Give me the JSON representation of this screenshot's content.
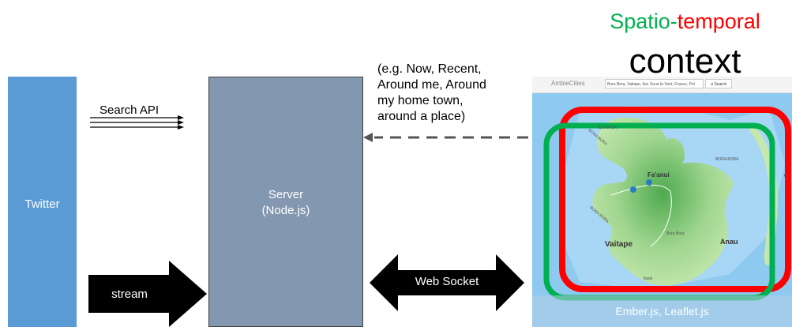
{
  "title": {
    "part1": "Spatio-",
    "part2": "temporal",
    "line2": "context",
    "color1": "#00b050",
    "color2": "#ff0000"
  },
  "twitter": {
    "label": "Twitter",
    "color": "#5b9bd5"
  },
  "server": {
    "line1": "Server",
    "line2": "(Node.js)",
    "color": "#8497b0"
  },
  "search_api": {
    "label": "Search API"
  },
  "stream": {
    "label": "stream"
  },
  "websocket": {
    "label": "Web Socket"
  },
  "context_note": {
    "text": "(e.g. Now, Recent,\nAround me, Around\nmy home town,\naround a place)"
  },
  "map": {
    "brand": "AmbieCities",
    "search_value": "Bora Bora, Vaitape, Iles Sous-le-Vent, France, Pol",
    "search_button": "Search",
    "places": {
      "fa_anui": "Fa'anui",
      "vaitape": "Vaitape",
      "anau": "Anau",
      "bora_bora_1": "BORA BORA",
      "bora_bora_2": "BORA BORA",
      "bora_bora_3": "BORA BORA",
      "bora_center": "Bora Bora",
      "vaiati": "Vaiati",
      "tevairoa": "TEVAIROA"
    },
    "footer": "Ember.js, Leaflet.js"
  }
}
